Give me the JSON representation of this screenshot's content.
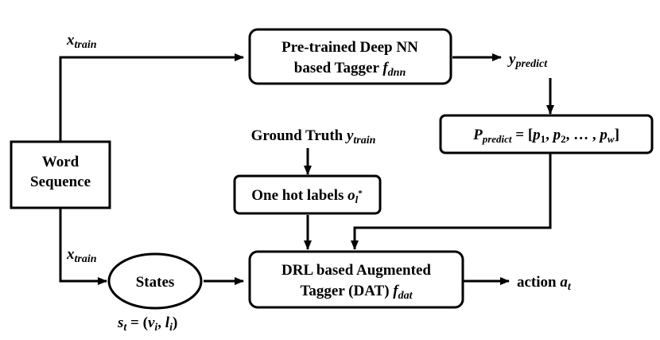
{
  "nodes": {
    "word_sequence": {
      "line1": "Word",
      "line2": "Sequence"
    },
    "pretrained_tagger": {
      "line1": "Pre-trained Deep NN",
      "line2_prefix": "based Tagger ",
      "f_symbol": "f",
      "f_sub": "dnn"
    },
    "ground_truth": {
      "prefix": "Ground Truth ",
      "y_symbol": "y",
      "y_sub": "train"
    },
    "one_hot": {
      "prefix": "One hot labels ",
      "o_symbol": "o",
      "o_sub": "l",
      "o_sup": "*"
    },
    "p_predict": {
      "lhs": "P",
      "lhs_sub": "predict",
      "eq": " = [",
      "p1": "p",
      "p1_sub": "1",
      "sep1": ", ",
      "p2": "p",
      "p2_sub": "2",
      "sep2": ", … , ",
      "pw": "p",
      "pw_sub": "w",
      "close": "]"
    },
    "states": {
      "label": "States"
    },
    "dat": {
      "line1": "DRL based Augmented",
      "line2_prefix": "Tagger (DAT)  ",
      "f_symbol": "f",
      "f_sub": "dat"
    }
  },
  "labels": {
    "x_train_top": {
      "sym": "x",
      "sub": "train"
    },
    "x_train_bottom": {
      "sym": "x",
      "sub": "train"
    },
    "y_predict": {
      "sym": "y",
      "sub": "predict"
    },
    "action": {
      "prefix": "action ",
      "sym": "a",
      "sub": "t"
    },
    "state_def": {
      "s": "s",
      "s_sub": "t",
      "eq": " = (",
      "v": "v",
      "v_sub": "i",
      "comma": ", ",
      "l": "l",
      "l_sub": "i",
      "close": ")"
    }
  }
}
